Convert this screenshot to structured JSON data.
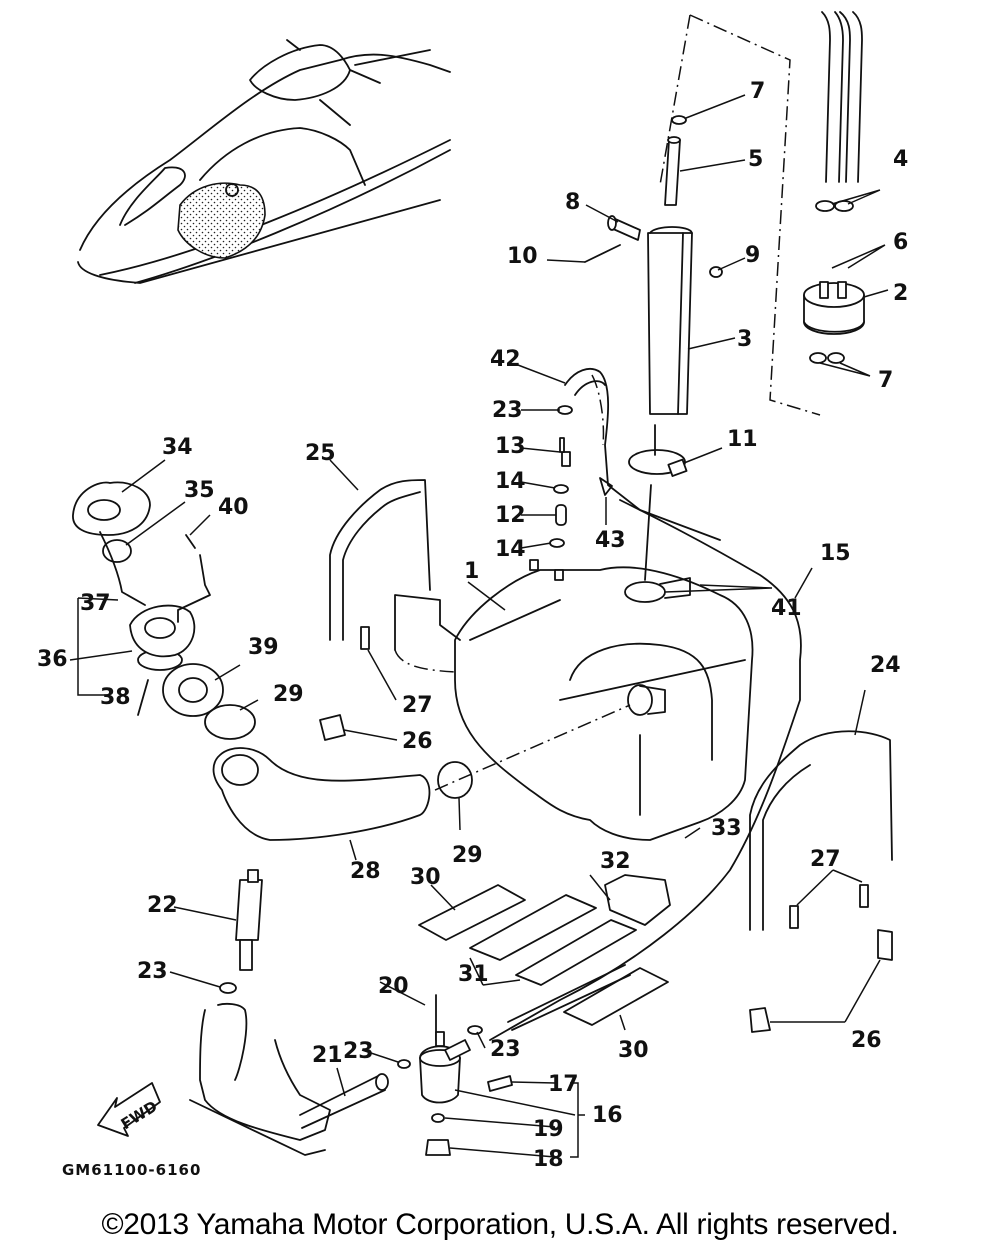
{
  "diagram": {
    "title": "Fuel Tank Assembly (Yamaha Personal Watercraft)",
    "drawing_code": "GM61100-6160",
    "direction_indicator": "FWD",
    "callouts": [
      {
        "id": "c1",
        "label": "1"
      },
      {
        "id": "c2",
        "label": "2"
      },
      {
        "id": "c3",
        "label": "3"
      },
      {
        "id": "c4",
        "label": "4"
      },
      {
        "id": "c5",
        "label": "5"
      },
      {
        "id": "c6",
        "label": "6"
      },
      {
        "id": "c7a",
        "label": "7"
      },
      {
        "id": "c7b",
        "label": "7"
      },
      {
        "id": "c8",
        "label": "8"
      },
      {
        "id": "c9",
        "label": "9"
      },
      {
        "id": "c10",
        "label": "10"
      },
      {
        "id": "c11",
        "label": "11"
      },
      {
        "id": "c12",
        "label": "12"
      },
      {
        "id": "c13",
        "label": "13"
      },
      {
        "id": "c14a",
        "label": "14"
      },
      {
        "id": "c14b",
        "label": "14"
      },
      {
        "id": "c15",
        "label": "15"
      },
      {
        "id": "c16",
        "label": "16"
      },
      {
        "id": "c17",
        "label": "17"
      },
      {
        "id": "c18",
        "label": "18"
      },
      {
        "id": "c19",
        "label": "19"
      },
      {
        "id": "c20",
        "label": "20"
      },
      {
        "id": "c21",
        "label": "21"
      },
      {
        "id": "c22",
        "label": "22"
      },
      {
        "id": "c23a",
        "label": "23"
      },
      {
        "id": "c23b",
        "label": "23"
      },
      {
        "id": "c23c",
        "label": "23"
      },
      {
        "id": "c23d",
        "label": "23"
      },
      {
        "id": "c24",
        "label": "24"
      },
      {
        "id": "c25",
        "label": "25"
      },
      {
        "id": "c26a",
        "label": "26"
      },
      {
        "id": "c26b",
        "label": "26"
      },
      {
        "id": "c27a",
        "label": "27"
      },
      {
        "id": "c27b",
        "label": "27"
      },
      {
        "id": "c28",
        "label": "28"
      },
      {
        "id": "c29a",
        "label": "29"
      },
      {
        "id": "c29b",
        "label": "29"
      },
      {
        "id": "c30a",
        "label": "30"
      },
      {
        "id": "c30b",
        "label": "30"
      },
      {
        "id": "c31",
        "label": "31"
      },
      {
        "id": "c32",
        "label": "32"
      },
      {
        "id": "c33",
        "label": "33"
      },
      {
        "id": "c34",
        "label": "34"
      },
      {
        "id": "c35",
        "label": "35"
      },
      {
        "id": "c36",
        "label": "36"
      },
      {
        "id": "c37",
        "label": "37"
      },
      {
        "id": "c38",
        "label": "38"
      },
      {
        "id": "c39",
        "label": "39"
      },
      {
        "id": "c40",
        "label": "40"
      },
      {
        "id": "c41",
        "label": "41"
      },
      {
        "id": "c42",
        "label": "42"
      },
      {
        "id": "c43",
        "label": "43"
      }
    ]
  },
  "footer": {
    "copyright": "©2013 Yamaha Motor Corporation, U.S.A. All rights reserved."
  }
}
